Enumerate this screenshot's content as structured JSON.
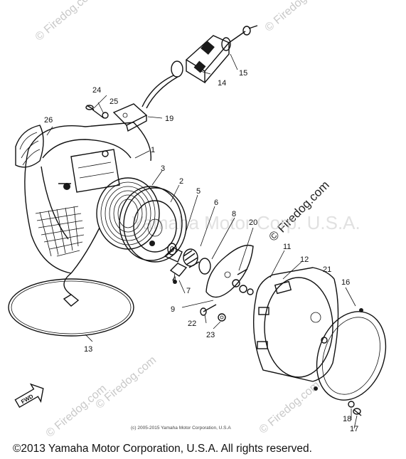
{
  "watermarks": {
    "text": "© Firedog.com",
    "center_text": "© Firedog.com",
    "faint_credit": "Yamaha Motor Corp. U.S.A."
  },
  "inner_credit": "(c) 2005-2015 Yamaha Motor Corporation, U.S.A",
  "direction_mark": "FWD",
  "callouts": {
    "c1": "1",
    "c2": "2",
    "c3": "3",
    "c4": "4",
    "c5": "5",
    "c6": "6",
    "c7": "7",
    "c8": "8",
    "c9": "9",
    "c11": "11",
    "c12": "12",
    "c13": "13",
    "c14": "14",
    "c15": "15",
    "c16": "16",
    "c17": "17",
    "c18": "18",
    "c19": "19",
    "c20": "20",
    "c21": "21",
    "c22": "22",
    "c23": "23",
    "c24": "24",
    "c25": "25",
    "c26": "26"
  },
  "copyright": "©2013 Yamaha Motor Corporation, U.S.A. All rights reserved."
}
